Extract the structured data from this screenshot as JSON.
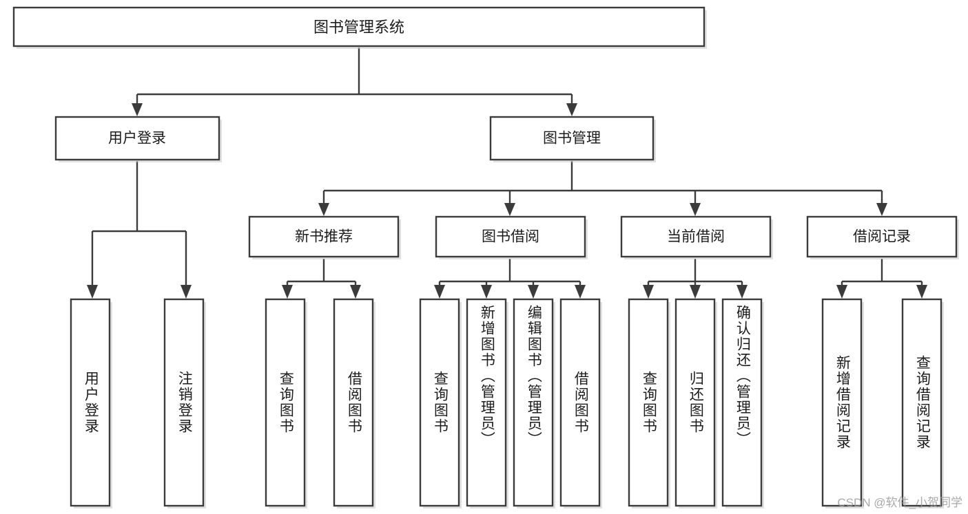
{
  "diagram": {
    "kind": "tree-hierarchy-flowchart",
    "colors": {
      "stroke": "#3b3b3b",
      "fill": "#ffffff",
      "text": "#1c1c1c",
      "background": "#ffffff",
      "watermark": "#9a9a9a"
    },
    "root": {
      "id": "root",
      "label": "图书管理系统"
    },
    "level2": [
      {
        "id": "user-login",
        "label": "用户登录"
      },
      {
        "id": "book-manage",
        "label": "图书管理"
      }
    ],
    "level3": [
      {
        "id": "new-book-rec",
        "label": "新书推荐",
        "parent": "book-manage"
      },
      {
        "id": "book-borrow",
        "label": "图书借阅",
        "parent": "book-manage"
      },
      {
        "id": "current-borrow",
        "label": "当前借阅",
        "parent": "book-manage"
      },
      {
        "id": "borrow-record",
        "label": "借阅记录",
        "parent": "book-manage"
      }
    ],
    "leaves": [
      {
        "id": "leaf-user-login",
        "label": "用户登录",
        "parent": "user-login"
      },
      {
        "id": "leaf-user-logout",
        "label": "注销登录",
        "parent": "user-login"
      },
      {
        "id": "leaf-rec-query-book",
        "label": "查询图书",
        "parent": "new-book-rec"
      },
      {
        "id": "leaf-rec-borrow-book",
        "label": "借阅图书",
        "parent": "new-book-rec"
      },
      {
        "id": "leaf-borrow-query-book",
        "label": "查询图书",
        "parent": "book-borrow"
      },
      {
        "id": "leaf-borrow-add-book",
        "label": "新增图书（管理员）",
        "parent": "book-borrow"
      },
      {
        "id": "leaf-borrow-edit-book",
        "label": "编辑图书（管理员）",
        "parent": "book-borrow"
      },
      {
        "id": "leaf-borrow-borrow-book",
        "label": "借阅图书",
        "parent": "book-borrow"
      },
      {
        "id": "leaf-current-query-book",
        "label": "查询图书",
        "parent": "current-borrow"
      },
      {
        "id": "leaf-current-return-book",
        "label": "归还图书",
        "parent": "current-borrow"
      },
      {
        "id": "leaf-current-confirm-return",
        "label": "确认归还（管理员）",
        "parent": "current-borrow"
      },
      {
        "id": "leaf-record-add",
        "label": "新增借阅记录",
        "parent": "borrow-record"
      },
      {
        "id": "leaf-record-query",
        "label": "查询借阅记录",
        "parent": "borrow-record"
      }
    ]
  },
  "watermark": {
    "text": "CSDN @软件_小贺同学"
  }
}
